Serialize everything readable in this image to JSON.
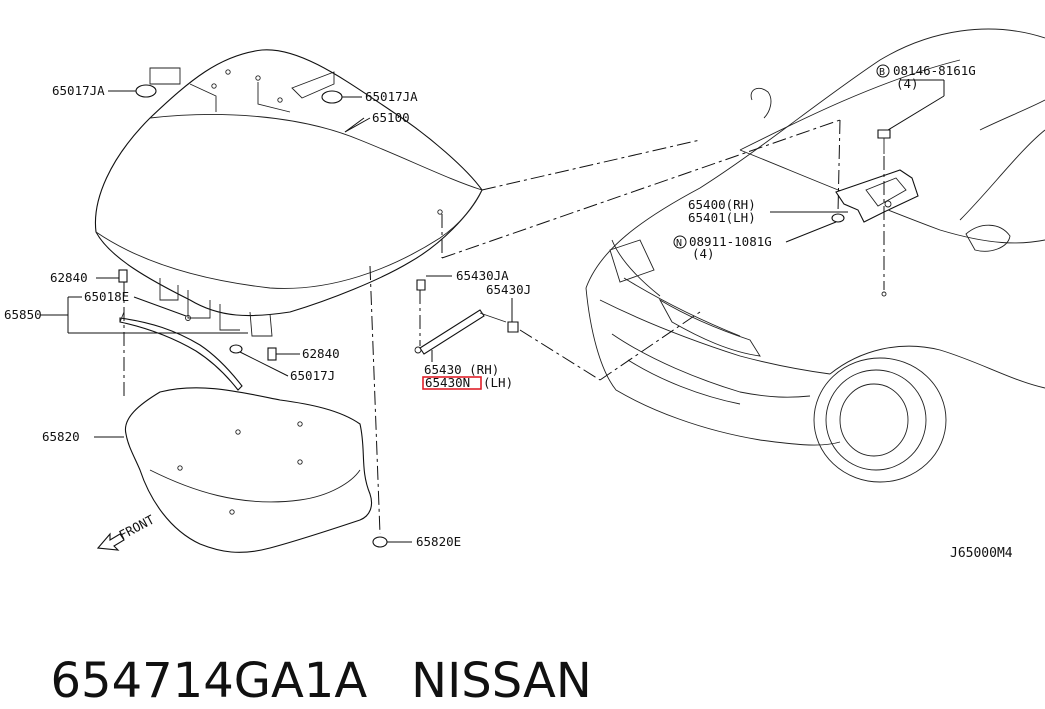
{
  "labels": {
    "l65017ja_left": "65017JA",
    "l65017ja_right": "65017JA",
    "l65100": "65100",
    "l62840_top": "62840",
    "l65018e": "65018E",
    "l65850": "65850",
    "l62840_bottom": "62840",
    "l65017j": "65017J",
    "l65820": "65820",
    "l65820e": "65820E",
    "l65430ja": "65430JA",
    "l65430j": "65430J",
    "l65430rh": "65430 (RH)",
    "l65430n": "65430N",
    "l65430n_lh": "(LH)",
    "l08146": "08146-8161G",
    "l08146_qty": "(4)",
    "l65400": "65400(RH)",
    "l65401": "65401(LH)",
    "l08911": "08911-1081G",
    "l08911_qty": "(4)",
    "front": "FRONT",
    "code": "J65000M4",
    "bolt_mark": "B",
    "nut_mark": "N"
  },
  "footer": {
    "part_number": "654714GA1A",
    "brand": "NISSAN"
  },
  "colors": {
    "highlight": "#e0202a",
    "ink": "#111111"
  }
}
